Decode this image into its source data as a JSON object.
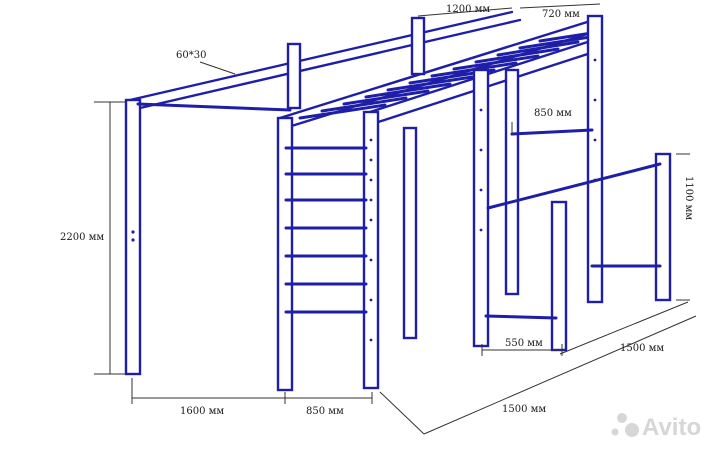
{
  "dimensions": {
    "top_width": "1200 мм",
    "top_depth": "720 мм",
    "beam_section": "60*30",
    "bar_span": "850 мм",
    "height": "2200 мм",
    "side_height": "1100 мм",
    "base_left": "1600 мм",
    "base_mid": "850 мм",
    "base_length": "1500 мм",
    "pullup_gap": "550 мм",
    "side_length": "1500 мм"
  },
  "watermark": "Avito",
  "colors": {
    "steel": "#1e1ea8",
    "dimension": "#333333",
    "watermark": "#d6d6d6"
  }
}
